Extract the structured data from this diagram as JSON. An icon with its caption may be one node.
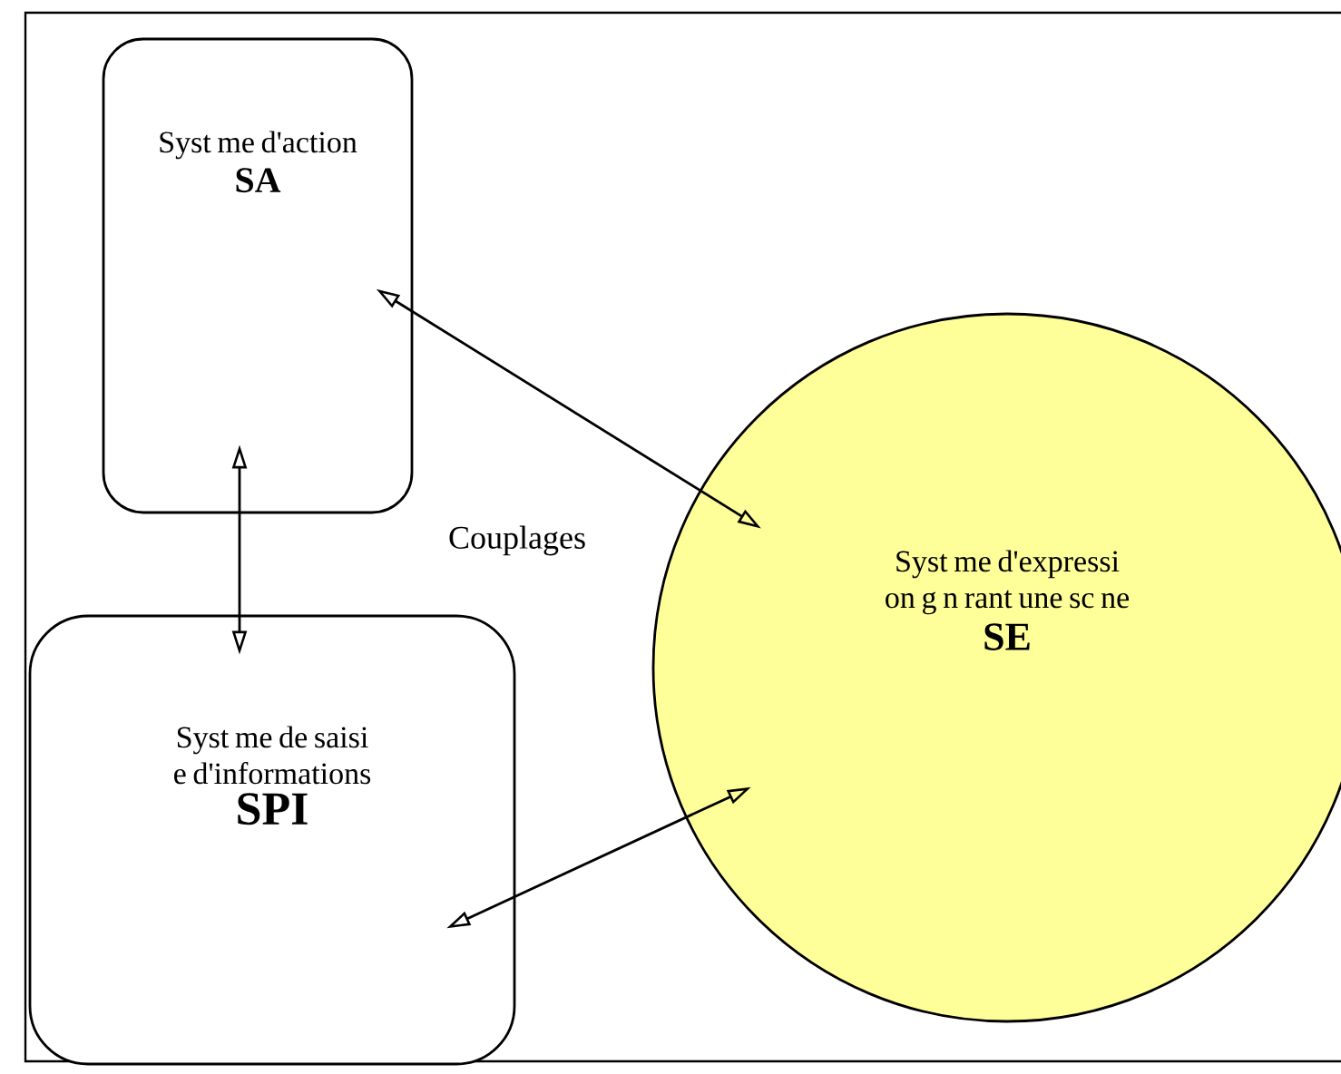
{
  "diagram": {
    "nodes": [
      {
        "text": [
          "Syst me d'action",
          "SA"
        ]
      },
      {
        "text": [
          "Syst me de saisi e d'informations",
          "SPI"
        ]
      },
      {
        "text": [
          "Syst me d'expressi on g n rant une sc ne",
          "SE"
        ]
      }
    ],
    "edges": [
      {
        "from": 0,
        "to": 2,
        "arrow": "both"
      },
      {
        "from": 0,
        "to": 1,
        "arrow": "both"
      },
      {
        "from": 1,
        "to": 2,
        "arrow": "both"
      }
    ],
    "labels": [
      "Couplages"
    ]
  }
}
